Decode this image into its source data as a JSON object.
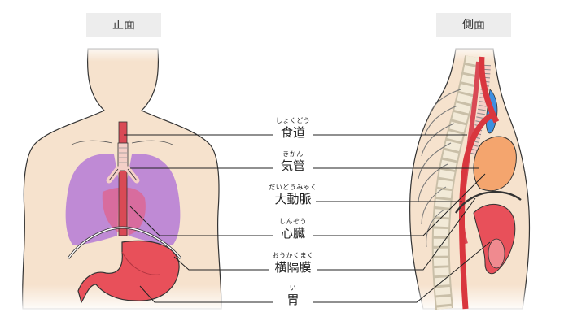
{
  "views": {
    "front": "正面",
    "side": "側面"
  },
  "organs": [
    {
      "id": "esophagus",
      "name": "食道",
      "reading": "しょくどう"
    },
    {
      "id": "trachea",
      "name": "気管",
      "reading": "きかん"
    },
    {
      "id": "aorta",
      "name": "大動脈",
      "reading": "だいどうみゃく"
    },
    {
      "id": "heart",
      "name": "心臓",
      "reading": "しんぞう"
    },
    {
      "id": "diaphragm",
      "name": "横隔膜",
      "reading": "おうかくまく"
    },
    {
      "id": "stomach",
      "name": "胃",
      "reading": "い"
    }
  ],
  "colors": {
    "skin": "#f6e2cd",
    "outline": "#333333",
    "lung": "#b57ad6",
    "esophagus": "#d94a55",
    "aorta": "#d9363e",
    "heart": "#f4a56e",
    "vein": "#3e8fe0",
    "stomach": "#e8505a",
    "bone": "#f2ead8"
  }
}
